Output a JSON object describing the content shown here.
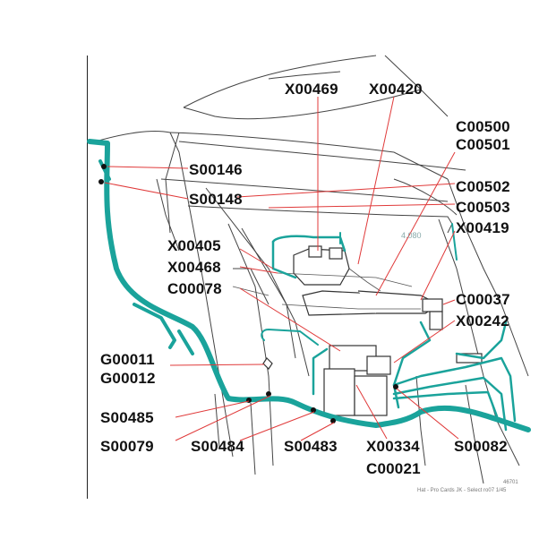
{
  "colors": {
    "harness": "#1aa39b",
    "harness_light": "#5cc4bd",
    "leader": "#e03a3a",
    "outline": "#333333",
    "label": "#111111"
  },
  "labels": {
    "x00469": "X00469",
    "x00420": "X00420",
    "c00500": "C00500",
    "c00501": "C00501",
    "s00146": "S00146",
    "s00148": "S00148",
    "c00502": "C00502",
    "c00503": "C00503",
    "x00419": "X00419",
    "x00405": "X00405",
    "x00468": "X00468",
    "c00078": "C00078",
    "c00037": "C00037",
    "x00242": "X00242",
    "g00011": "G00011",
    "g00012": "G00012",
    "s00485": "S00485",
    "s00079": "S00079",
    "s00484": "S00484",
    "s00483": "S00483",
    "x00334": "X00334",
    "c00021": "C00021",
    "s00082": "S00082"
  },
  "dimension": "4.080",
  "footer": {
    "line1": "46701",
    "line2": "Hat - Pro Cards JK - Select ro07 1/45"
  }
}
